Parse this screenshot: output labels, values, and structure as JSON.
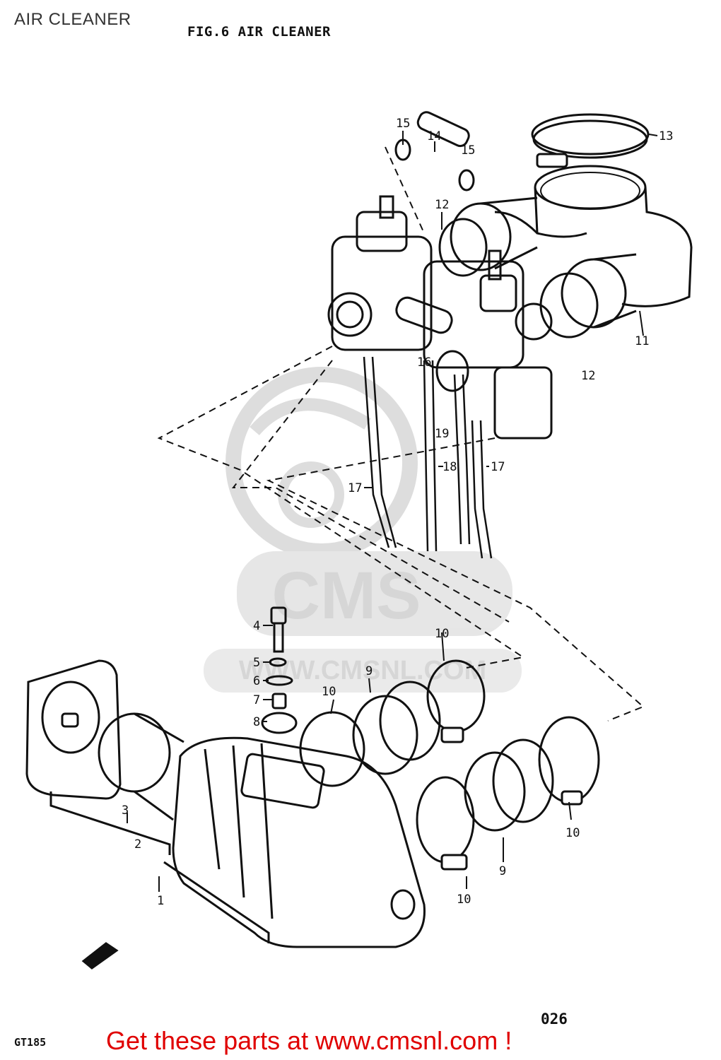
{
  "page": {
    "title": "AIR CLEANER",
    "figure_title": "FIG.6  AIR CLEANER",
    "page_number": "026",
    "model_code": "GT185",
    "call_to_action": "Get these parts at www.cmsnl.com !"
  },
  "watermark": {
    "logo_text": "CMS",
    "url_text": "WWW.CMSNL.COM"
  },
  "callouts": [
    {
      "label": "1"
    },
    {
      "label": "2"
    },
    {
      "label": "3"
    },
    {
      "label": "4"
    },
    {
      "label": "5"
    },
    {
      "label": "6"
    },
    {
      "label": "7"
    },
    {
      "label": "8"
    },
    {
      "label": "9"
    },
    {
      "label": "9"
    },
    {
      "label": "10"
    },
    {
      "label": "10"
    },
    {
      "label": "10"
    },
    {
      "label": "10"
    },
    {
      "label": "11"
    },
    {
      "label": "12"
    },
    {
      "label": "12"
    },
    {
      "label": "13"
    },
    {
      "label": "14"
    },
    {
      "label": "15"
    },
    {
      "label": "15"
    },
    {
      "label": "16"
    },
    {
      "label": "17"
    },
    {
      "label": "17"
    },
    {
      "label": "18"
    },
    {
      "label": "19"
    }
  ],
  "colors": {
    "line": "#111111",
    "cta": "#e00000",
    "watermark": "#d2d2d2"
  }
}
